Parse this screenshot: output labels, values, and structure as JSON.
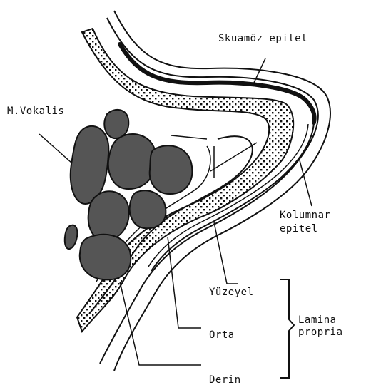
{
  "labels": {
    "squamous": "Skuamöz epitel",
    "vocalis": "M.Vokalis",
    "columnar_line1": "Kolumnar",
    "columnar_line2": "epitel",
    "superficial": "Yüzeyel",
    "intermediate": "Orta",
    "deep": "Derin",
    "lamina_line1": "Lamina",
    "lamina_line2": "propria"
  },
  "colors": {
    "ink": "#111111",
    "muscle": "#555555",
    "paper": "#ffffff"
  }
}
